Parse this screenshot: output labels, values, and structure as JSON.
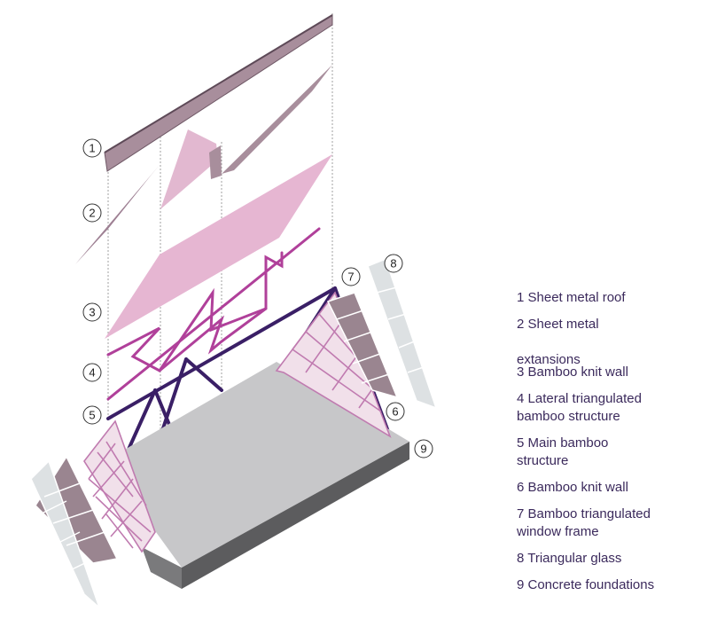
{
  "markers": [
    "1",
    "2",
    "3",
    "4",
    "5",
    "6",
    "7",
    "8",
    "9"
  ],
  "legend": [
    "1 Sheet metal roof",
    "2 Sheet metal\n\nextansions",
    "3 Bamboo knit wall",
    "4 Lateral triangulated\nbamboo structure",
    "5 Main bamboo\nstructure",
    "6 Bamboo knit wall",
    "7 Bamboo triangulated\nwindow frame",
    "8 Triangular glass",
    "9 Concrete foundations"
  ],
  "colors": {
    "roof": "#a88e9c",
    "roof_edge": "#6f5866",
    "extension": "#e2b8d0",
    "knit_wall": "#e6b6d2",
    "lateral_structure": "#b0409a",
    "main_structure": "#3a1f66",
    "window_frame": "#c07bb0",
    "triangular_glass_light": "#dde1e3",
    "triangular_glass_dark": "#9a8590",
    "concrete_top": "#c7c7c9",
    "concrete_side": "#5c5c5e",
    "legend_text": "#3b2a5c"
  }
}
